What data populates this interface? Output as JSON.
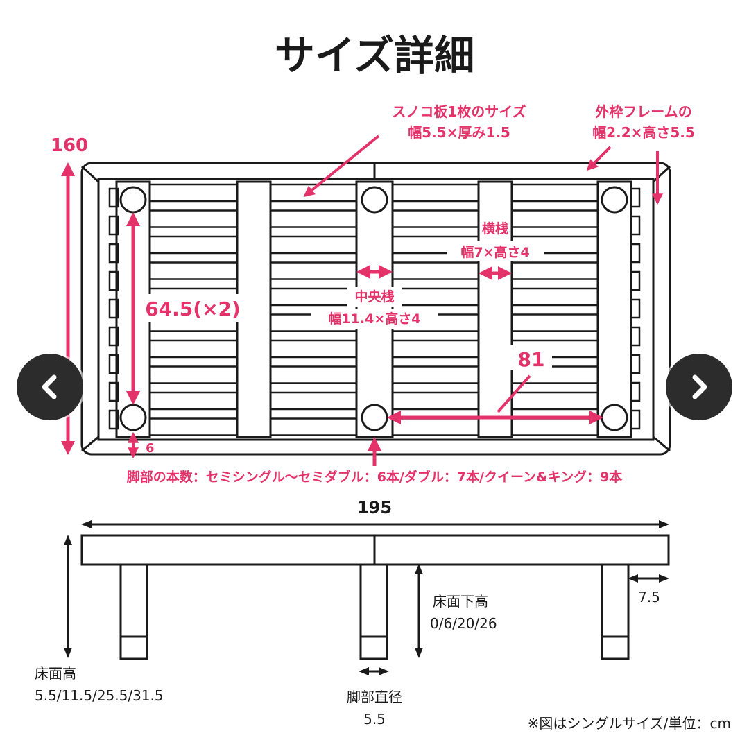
{
  "title": "サイズ詳細",
  "labels": {
    "slat_title": "スノコ板1枚のサイズ",
    "slat_dims": "幅5.5×厚み1.5",
    "frame_title": "外枠フレームの",
    "frame_dims": "幅2.2×高さ5.5",
    "width_160": "160",
    "length_645": "64.5(×2)",
    "yoko_title": "横桟",
    "yoko_dims": "幅7×高さ4",
    "chuo_title": "中央桟",
    "chuo_dims": "幅11.4×高さ4",
    "dim_81": "81",
    "dim_6": "6",
    "legs_note": "脚部の本数：セミシングル〜セミダブル：6本/ダブル：7本/クイーン&キング：9本",
    "dim_195": "195",
    "underfloor_title": "床面下高",
    "underfloor_vals": "0/6/20/26",
    "leg_width": "7.5",
    "floor_height_title": "床面高",
    "floor_height_vals": "5.5/11.5/25.5/31.5",
    "leg_diameter_title": "脚部直径",
    "leg_diameter_val": "5.5",
    "footnote": "※図はシングルサイズ/単位：cm"
  },
  "colors": {
    "accent": "#e3336a",
    "line": "#1a1a1a",
    "background": "#ffffff"
  },
  "nav": {
    "prev_icon": "chevron-left-icon",
    "next_icon": "chevron-right-icon"
  }
}
